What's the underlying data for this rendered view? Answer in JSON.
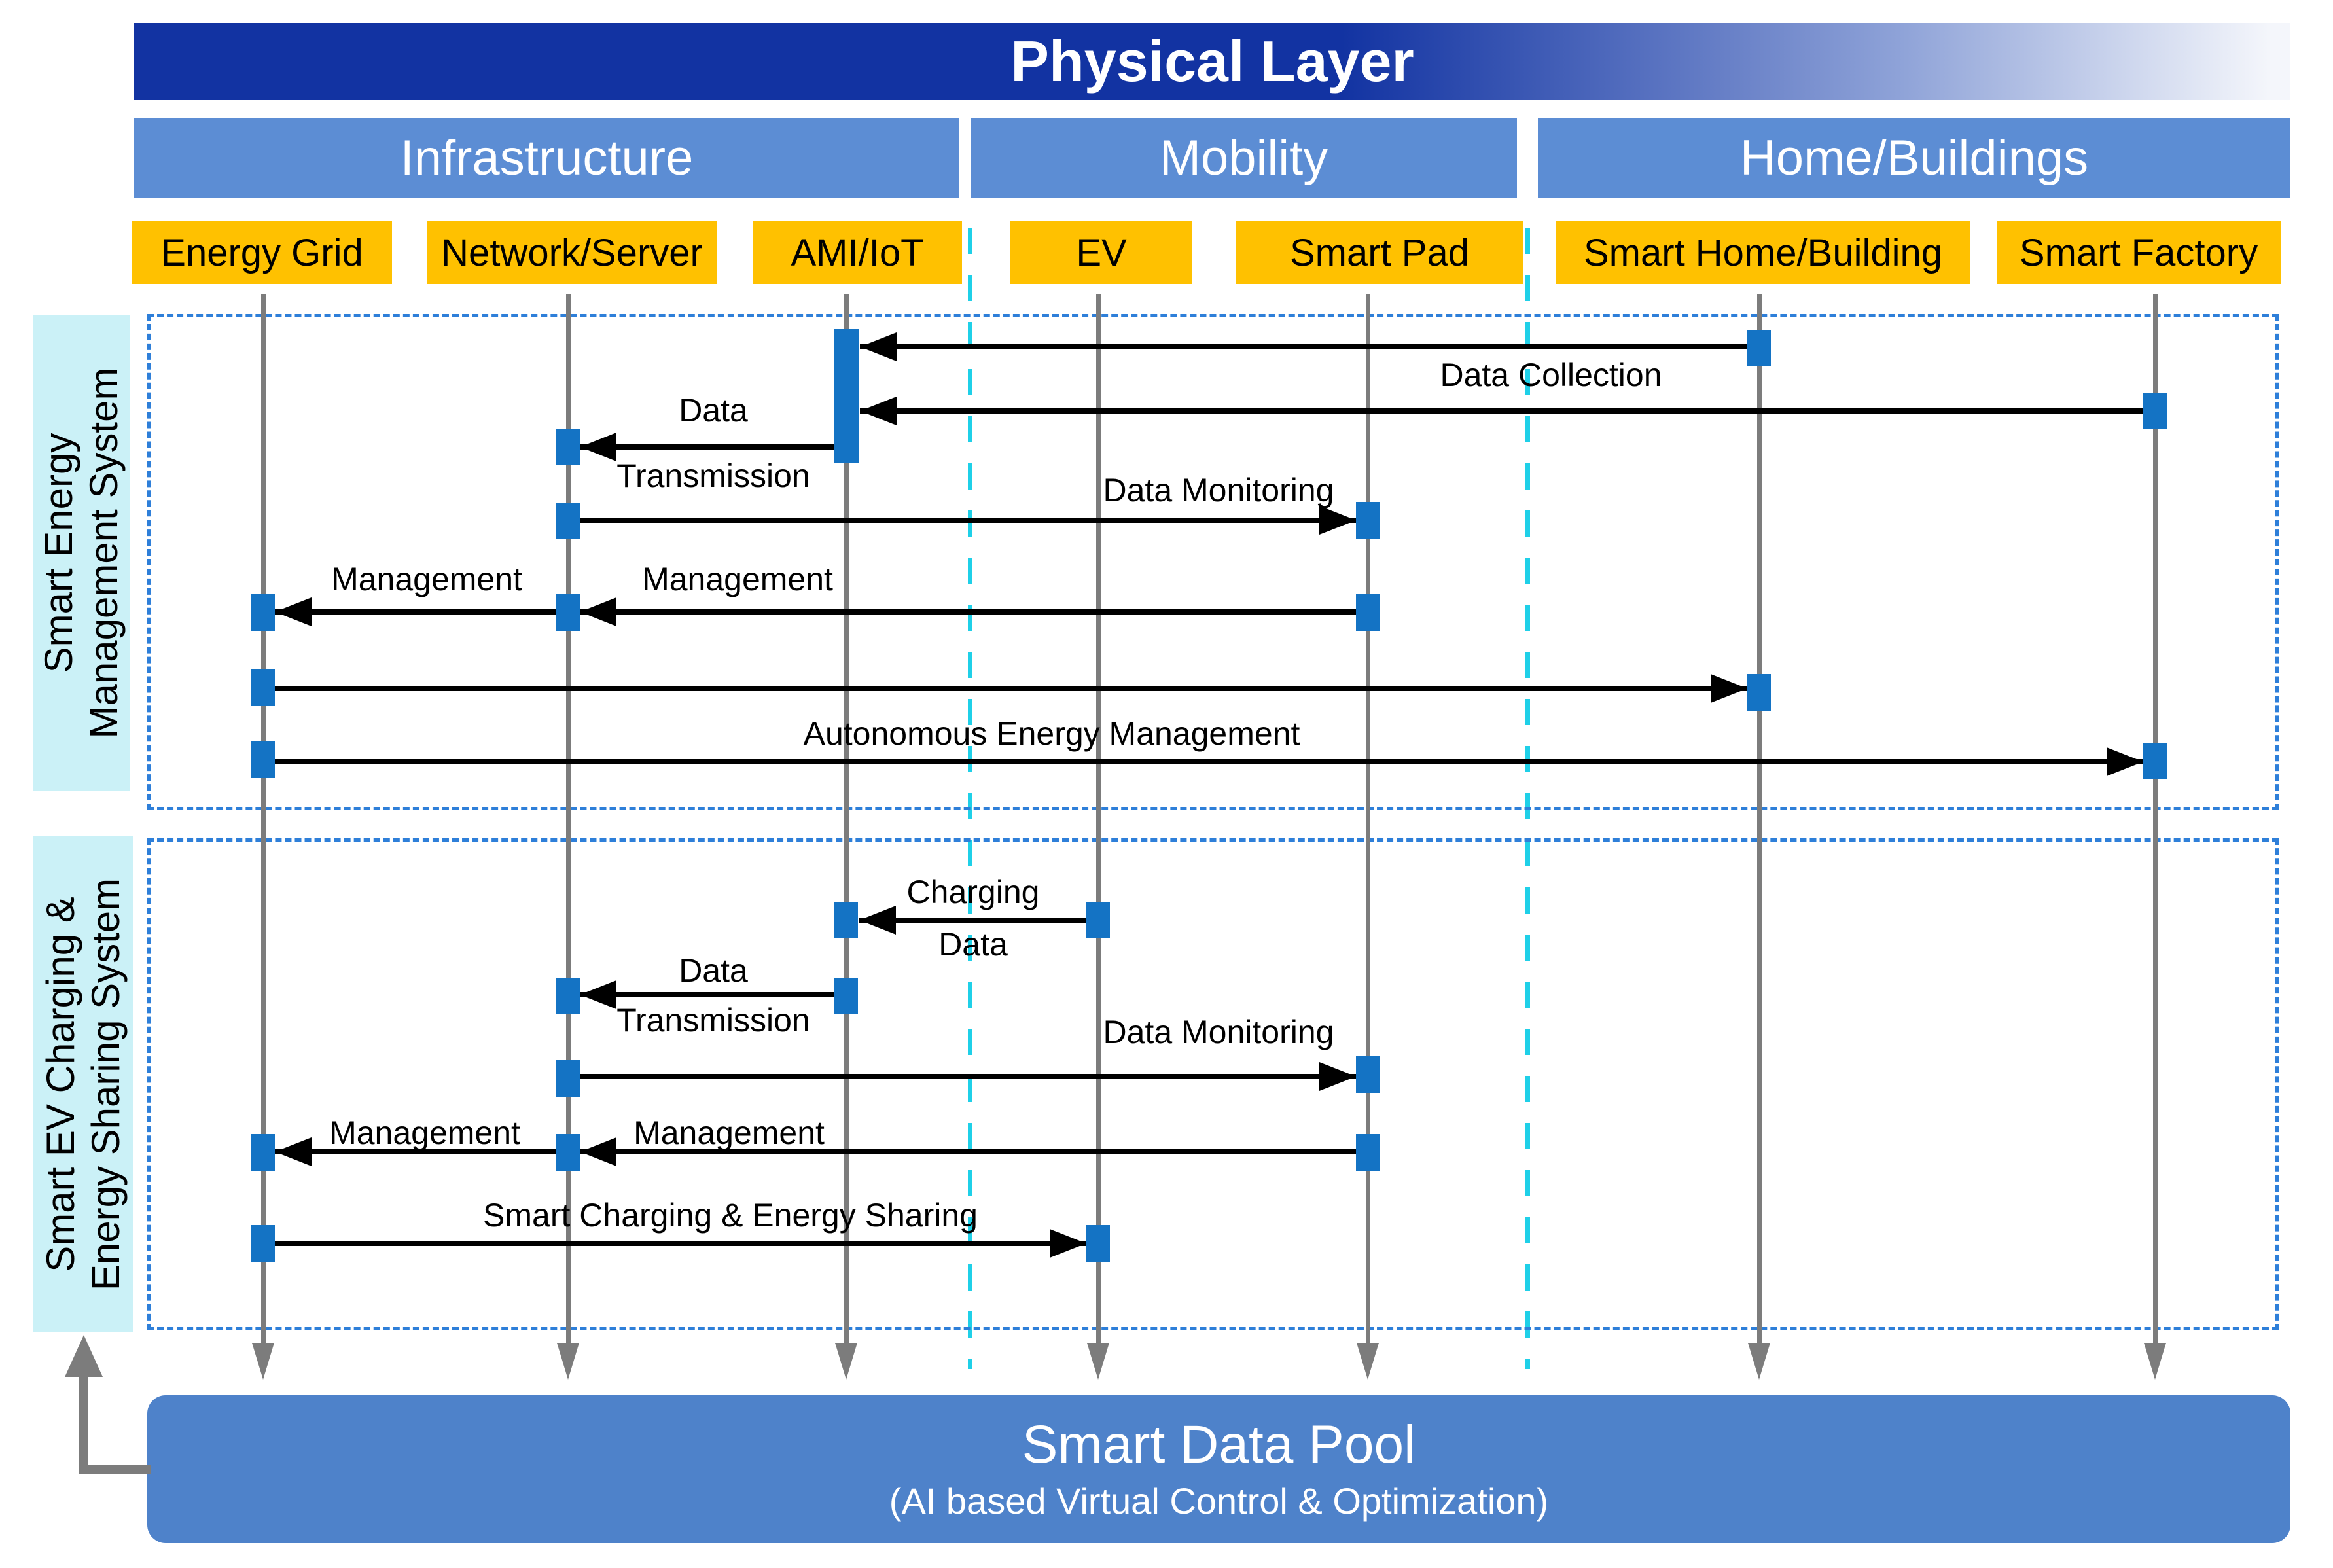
{
  "header": {
    "title": "Physical Layer"
  },
  "groups": [
    {
      "label": "Infrastructure"
    },
    {
      "label": "Mobility"
    },
    {
      "label": "Home/Buildings"
    }
  ],
  "entities": [
    {
      "label": "Energy Grid"
    },
    {
      "label": "Network/Server"
    },
    {
      "label": "AMI/IoT"
    },
    {
      "label": "EV"
    },
    {
      "label": "Smart Pad"
    },
    {
      "label": "Smart Home/Building"
    },
    {
      "label": "Smart Factory"
    }
  ],
  "sections": [
    {
      "title_line1": "Smart Energy",
      "title_line2": "Management System",
      "labels": {
        "data_collection": "Data Collection",
        "data_transmission_1": "Data",
        "data_transmission_2": "Transmission",
        "data_monitoring": "Data Monitoring",
        "management_left": "Management",
        "management_right": "Management",
        "autonomous": "Autonomous Energy Management"
      }
    },
    {
      "title_line1": "Smart EV Charging &",
      "title_line2": "Energy Sharing System",
      "labels": {
        "charging_1": "Charging",
        "charging_2": "Data",
        "data_transmission_1": "Data",
        "data_transmission_2": "Transmission",
        "data_monitoring": "Data Monitoring",
        "management_left": "Management",
        "management_right": "Management",
        "sharing": "Smart Charging & Energy Sharing"
      }
    }
  ],
  "pool": {
    "title": "Smart Data Pool",
    "subtitle": "(AI based Virtual Control & Optimization)"
  },
  "colors": {
    "hdr": "#1233A2",
    "sub": "#5C8DD4",
    "orange": "#FFC100",
    "panel": "#CBF1F7",
    "border": "#2E7FD9",
    "divider": "#1FD0E8",
    "gray": "#7C7C7C",
    "node": "#1473C4",
    "pool": "#4E82CA",
    "arrow": "#000000"
  }
}
